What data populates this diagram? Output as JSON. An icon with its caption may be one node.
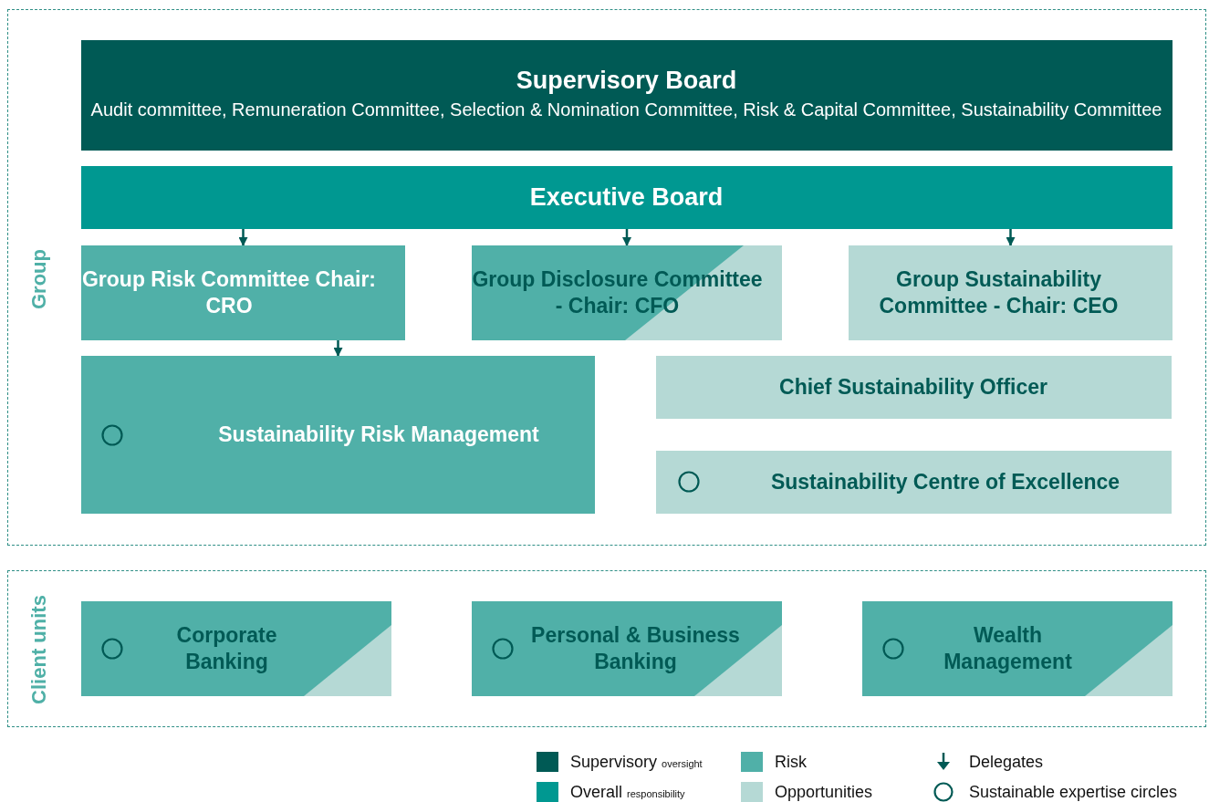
{
  "diagram": {
    "nodes": [
      {
        "text": [
          "Group"
        ]
      },
      {
        "text": [
          "Supervisory Board",
          "Audit committee, Remuneration Committee, Selection & Nomination Committee, Risk & Capital Committee, Sustainability Committee"
        ],
        "in": 0
      },
      {
        "text": [
          "Executive Board"
        ],
        "in": 0
      },
      {
        "text": [
          "Group Risk Committee Chair: CRO"
        ],
        "in": 0
      },
      {
        "text": [
          "Group Disclosure Committee - Chair: CFO"
        ],
        "in": 0
      },
      {
        "text": [
          "Group Sustainability Committee - Chair: CEO"
        ],
        "in": 0
      },
      {
        "text": [
          "Sustainability Risk Management"
        ],
        "in": 0
      },
      {
        "text": [
          "Chief Sustainability Officer"
        ],
        "in": 0
      },
      {
        "text": [
          "Sustainability Centre of Excellence"
        ],
        "in": 0
      },
      {
        "text": [
          "Client units"
        ]
      },
      {
        "text": [
          "Corporate Banking"
        ],
        "in": 9
      },
      {
        "text": [
          "Personal & Business Banking"
        ],
        "in": 9
      },
      {
        "text": [
          "Wealth Management"
        ],
        "in": 9
      }
    ],
    "edges": [
      {
        "from": 2,
        "to": 3,
        "arrow": "to"
      },
      {
        "from": 2,
        "to": 4,
        "arrow": "to"
      },
      {
        "from": 2,
        "to": 5,
        "arrow": "to"
      },
      {
        "from": 3,
        "to": 6,
        "arrow": "to"
      }
    ],
    "legend": [
      {
        "text": "Supervisory oversight",
        "color": "#005a55"
      },
      {
        "text": "Overall responsibility",
        "color": "#009891"
      },
      {
        "text": "Risk",
        "color": "#50b0a8"
      },
      {
        "text": "Opportunities",
        "color": "#b5d9d5"
      },
      {
        "text": "Delegates"
      },
      {
        "text": "Sustainable expertise circles"
      }
    ]
  }
}
